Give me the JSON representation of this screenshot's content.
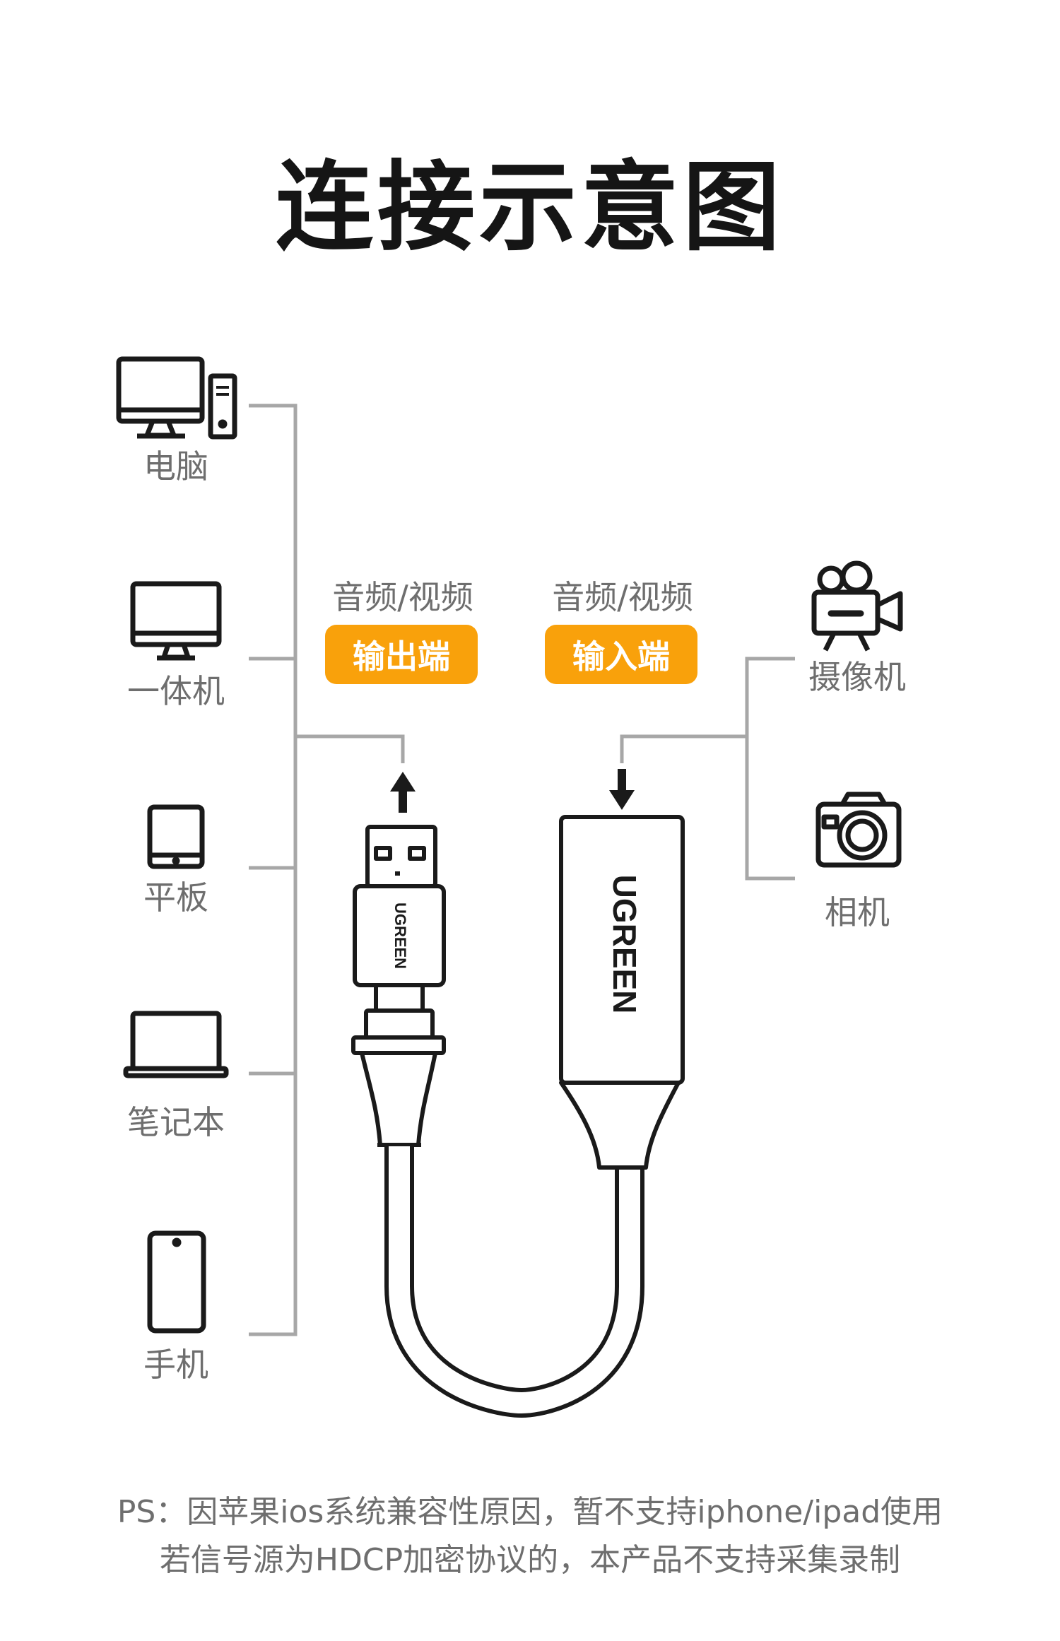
{
  "title": "连接示意图",
  "left_devices": [
    {
      "icon": "desktop-pc-icon",
      "label": "电脑"
    },
    {
      "icon": "all-in-one-icon",
      "label": "一体机"
    },
    {
      "icon": "tablet-icon",
      "label": "平板"
    },
    {
      "icon": "laptop-icon",
      "label": "笔记本"
    },
    {
      "icon": "phone-icon",
      "label": "手机"
    }
  ],
  "right_devices": [
    {
      "icon": "video-camera-icon",
      "label": "摄像机"
    },
    {
      "icon": "camera-icon",
      "label": "相机"
    }
  ],
  "output_port": {
    "caption": "音频/视频",
    "badge": "输出端"
  },
  "input_port": {
    "caption": "音频/视频",
    "badge": "输入端"
  },
  "brand": "UGREEN",
  "colors": {
    "accent": "#f9a10b",
    "line": "#a7a7a7",
    "outline": "#1a1a1a",
    "text": "#6e6e6e"
  },
  "note": {
    "line1": "PS：因苹果ios系统兼容性原因，暂不支持iphone/ipad使用",
    "line2": "若信号源为HDCP加密协议的，本产品不支持采集录制"
  }
}
